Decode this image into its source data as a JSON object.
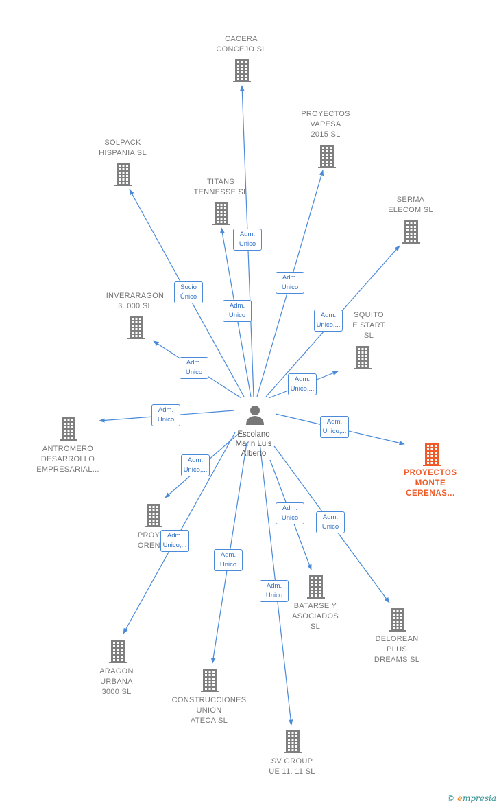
{
  "center": {
    "name": "Escolano\nMarin Luis\nAlberto",
    "icon": "person-icon"
  },
  "colors": {
    "edge": "#4a8ad8",
    "building": "#7f7f7f",
    "highlight": "#f05a28",
    "label": "#777777"
  },
  "nodes": [
    {
      "id": "cacera",
      "label": "CACERA\nCONCEJO  SL",
      "icon": "building-icon",
      "highlight": false,
      "relation": "Adm.\nUnico"
    },
    {
      "id": "proyectos-vapesa",
      "label": "PROYECTOS\nVAPESA\n2015  SL",
      "icon": "building-icon",
      "highlight": false,
      "relation": "Adm.\nUnico"
    },
    {
      "id": "solpack",
      "label": "SOLPACK\nHISPANIA SL",
      "icon": "building-icon",
      "highlight": false,
      "relation": "Socio\nÚnico"
    },
    {
      "id": "titans",
      "label": "TITANS\nTENNESSE  SL",
      "icon": "building-icon",
      "highlight": false,
      "relation": "Adm.\nUnico"
    },
    {
      "id": "serma",
      "label": "SERMA\nELECOM  SL",
      "icon": "building-icon",
      "highlight": false,
      "relation": "Adm.\nUnico,..."
    },
    {
      "id": "squito",
      "label": "SQUITO\nE START\nSL",
      "icon": "building-icon",
      "highlight": false,
      "relation": "Adm.\nUnico,..."
    },
    {
      "id": "inveraragon",
      "label": "INVERARAGON\n3. 000 SL",
      "icon": "building-icon",
      "highlight": false,
      "relation": "Adm.\nUnico"
    },
    {
      "id": "antromero",
      "label": "ANTROMERO\nDESARROLLO\nEMPRESARIAL...",
      "icon": "building-icon",
      "highlight": false,
      "relation": "Adm.\nUnico"
    },
    {
      "id": "monte-cerenas",
      "label": "PROYECTOS\nMONTE\nCERENAS...",
      "icon": "building-icon",
      "highlight": true,
      "relation": "Adm.\nUnico,..."
    },
    {
      "id": "proyec-orense",
      "label": "PROYEC\nORENSE",
      "icon": "building-icon",
      "highlight": false,
      "relation": "Adm.\nUnico,..."
    },
    {
      "id": "aragon-urbana",
      "label": "ARAGON\nURBANA\n3000 SL",
      "icon": "building-icon",
      "highlight": false,
      "relation": "Adm.\nUnico,..."
    },
    {
      "id": "construcciones",
      "label": "CONSTRUCCIONES\nUNION\nATECA SL",
      "icon": "building-icon",
      "highlight": false,
      "relation": "Adm.\nUnico"
    },
    {
      "id": "sv-group",
      "label": "SV GROUP\nUE 11. 11  SL",
      "icon": "building-icon",
      "highlight": false,
      "relation": "Adm.\nUnico"
    },
    {
      "id": "batarse",
      "label": "BATARSE Y\nASOCIADOS\nSL",
      "icon": "building-icon",
      "highlight": false,
      "relation": "Adm.\nUnico"
    },
    {
      "id": "delorean",
      "label": "DELOREAN\nPLUS\nDREAMS  SL",
      "icon": "building-icon",
      "highlight": false,
      "relation": "Adm.\nUnico"
    }
  ],
  "footer": {
    "copyright": "©",
    "brand_e": "e",
    "brand_rest": "mpresia"
  }
}
